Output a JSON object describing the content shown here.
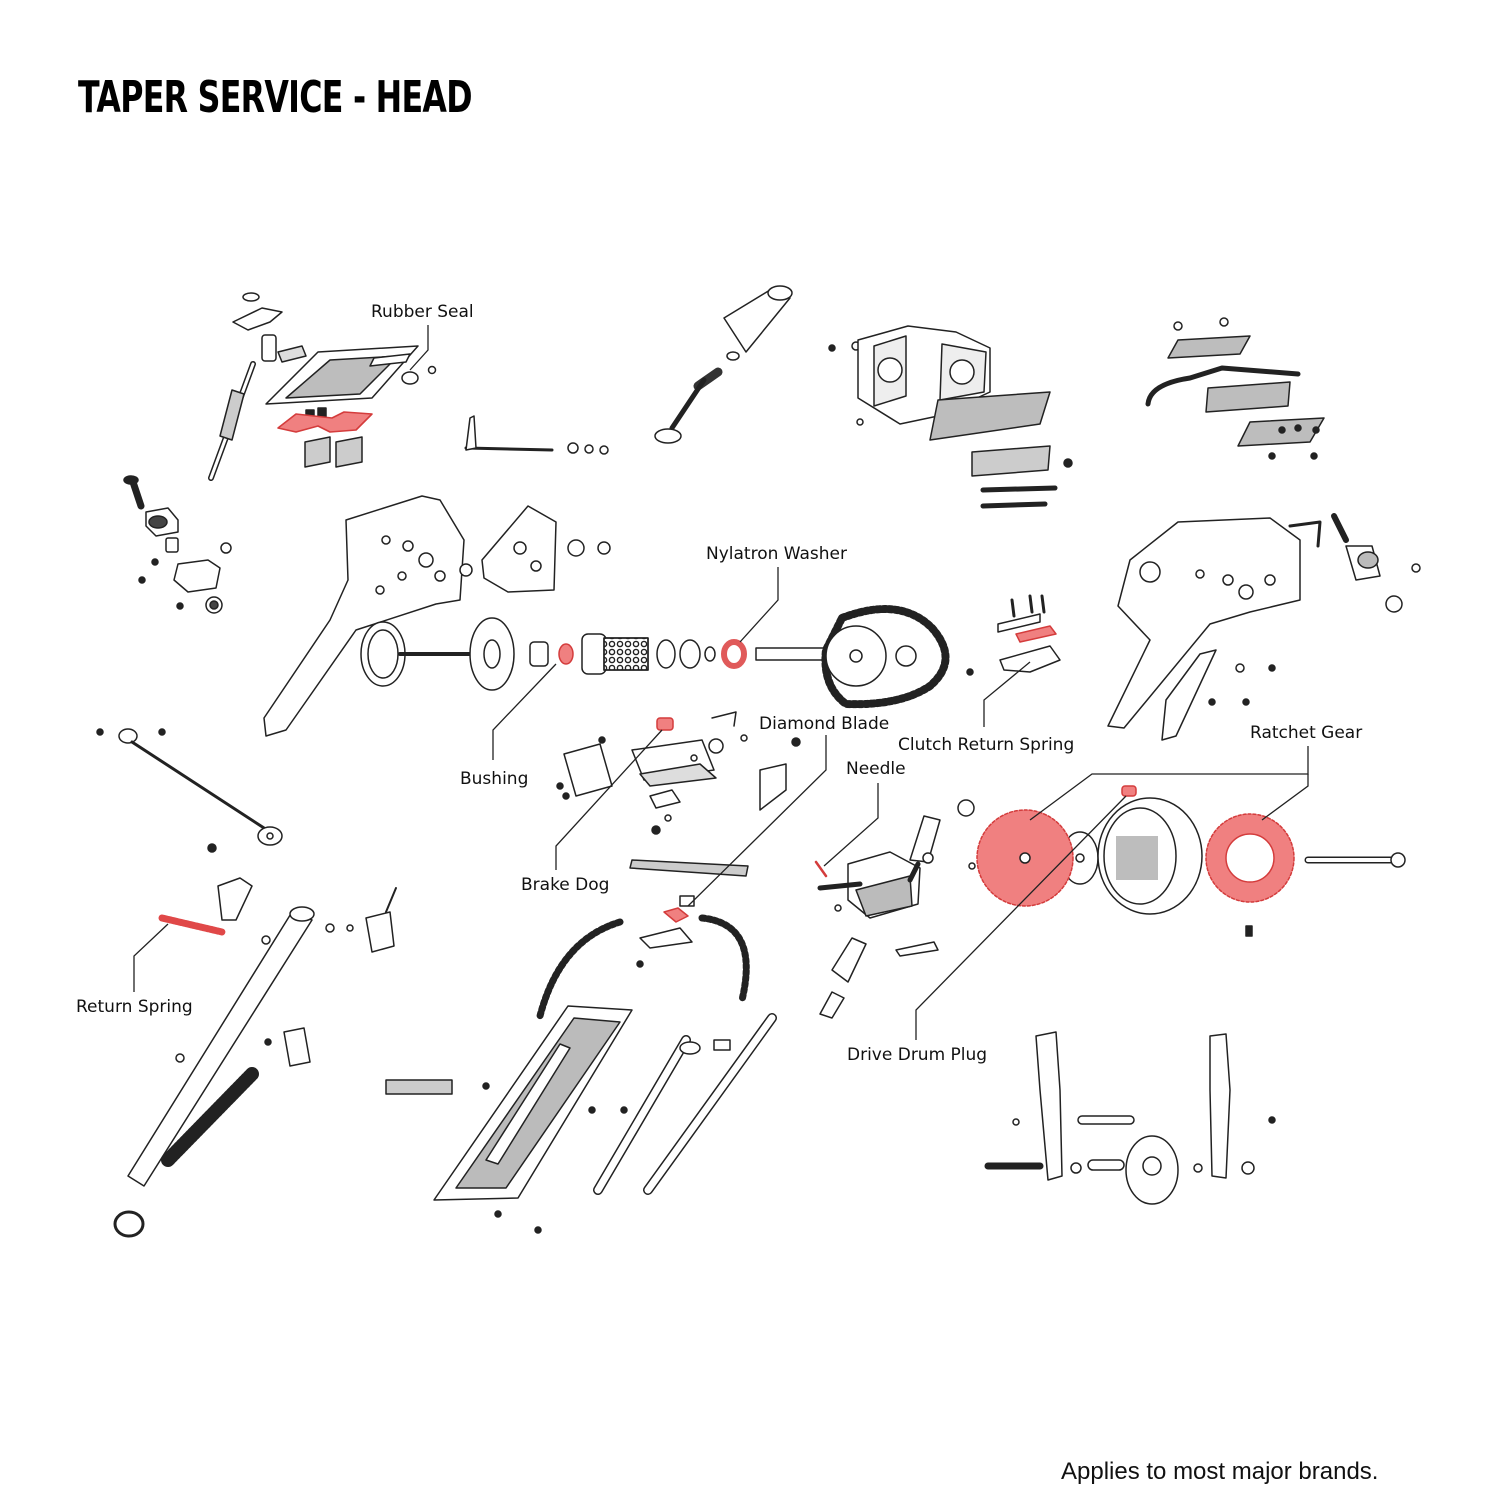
{
  "title": "TAPER SERVICE - HEAD",
  "footnote": "Applies to most major brands.",
  "colors": {
    "highlight": "#f08080",
    "highlight_stroke": "#d43c3c",
    "line": "#222222",
    "part_fill": "#ffffff",
    "part_shade": "#bdbdbd"
  },
  "callouts": [
    {
      "id": "rubber-seal",
      "label": "Rubber Seal"
    },
    {
      "id": "nylatron-washer",
      "label": "Nylatron Washer"
    },
    {
      "id": "bushing",
      "label": "Bushing"
    },
    {
      "id": "diamond-blade",
      "label": "Diamond Blade"
    },
    {
      "id": "clutch-return-spring",
      "label": "Clutch Return Spring"
    },
    {
      "id": "needle",
      "label": "Needle"
    },
    {
      "id": "ratchet-gear",
      "label": "Ratchet Gear"
    },
    {
      "id": "brake-dog",
      "label": "Brake Dog"
    },
    {
      "id": "return-spring",
      "label": "Return Spring"
    },
    {
      "id": "drive-drum-plug",
      "label": "Drive Drum Plug"
    }
  ]
}
